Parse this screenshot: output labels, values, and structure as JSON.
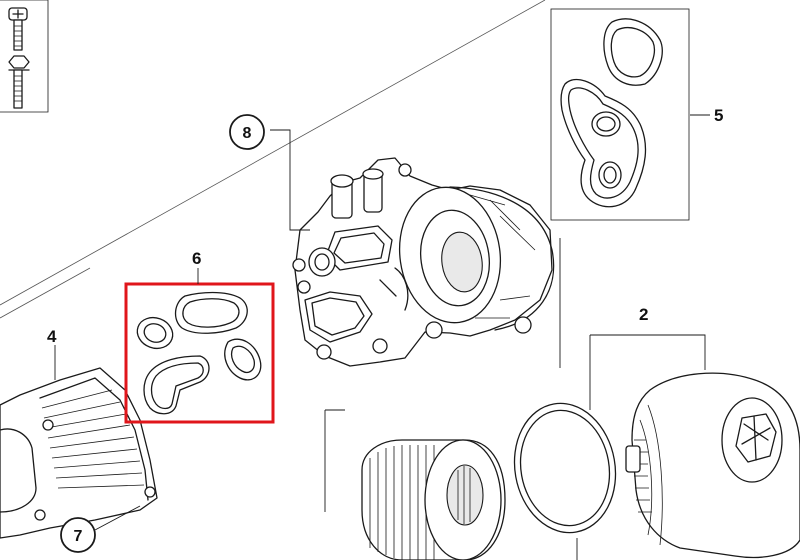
{
  "diagram": {
    "callouts": [
      {
        "id": "2",
        "label": "2"
      },
      {
        "id": "4",
        "label": "4"
      },
      {
        "id": "5",
        "label": "5"
      },
      {
        "id": "6",
        "label": "6"
      },
      {
        "id": "7",
        "label": "7"
      },
      {
        "id": "8",
        "label": "8"
      }
    ],
    "highlight_color": "#e0161b",
    "line_color": "#1a1a1a",
    "background_color": "#ffffff"
  }
}
